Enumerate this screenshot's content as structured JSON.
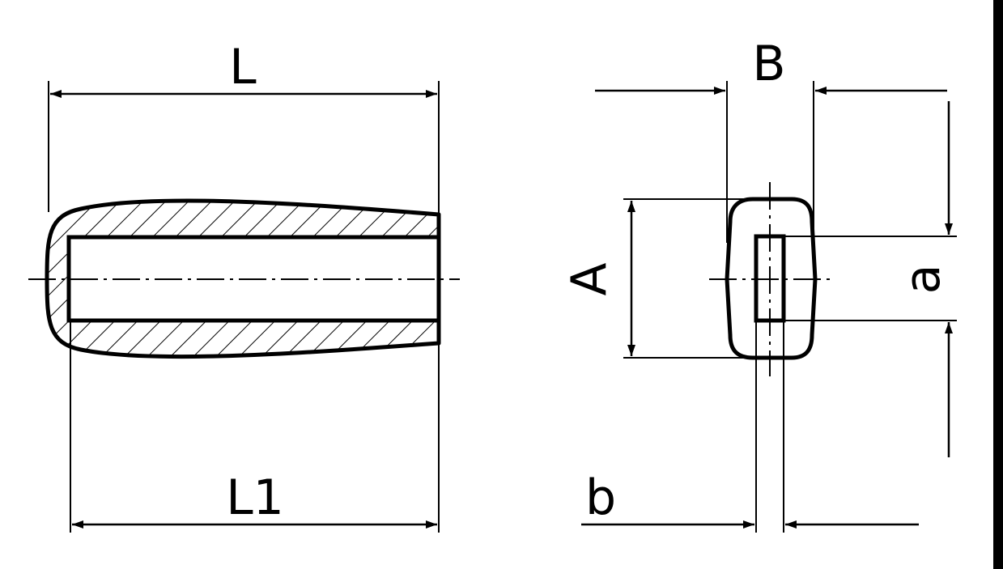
{
  "labels": {
    "L": "L",
    "L1": "L1",
    "B": "B",
    "A": "A",
    "a": "a",
    "b": "b"
  },
  "colors": {
    "ink": "#000000",
    "paper": "#ffffff",
    "edge_bar": "#000000"
  }
}
